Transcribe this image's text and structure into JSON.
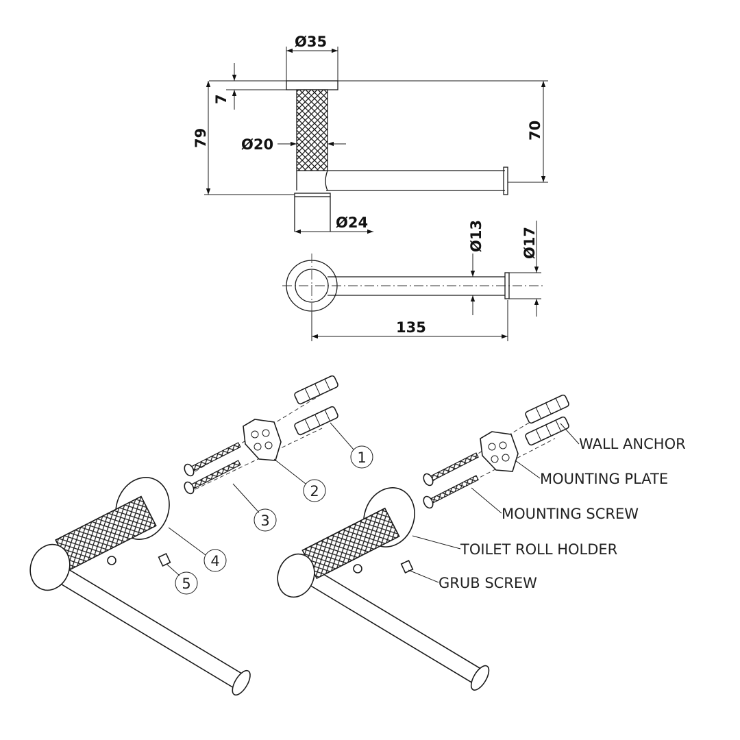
{
  "dimensions": {
    "d35": "Ø35",
    "d20": "Ø20",
    "d24": "Ø24",
    "d13": "Ø13",
    "d17": "Ø17",
    "h7": "7",
    "h79": "79",
    "h70": "70",
    "l135": "135"
  },
  "balloons": [
    "1",
    "2",
    "3",
    "4",
    "5"
  ],
  "part_labels": {
    "wall_anchor": "WALL ANCHOR",
    "mounting_plate": "MOUNTING PLATE",
    "mounting_screw": "MOUNTING SCREW",
    "toilet_roll_holder": "TOILET ROLL HOLDER",
    "grub_screw": "GRUB SCREW"
  }
}
